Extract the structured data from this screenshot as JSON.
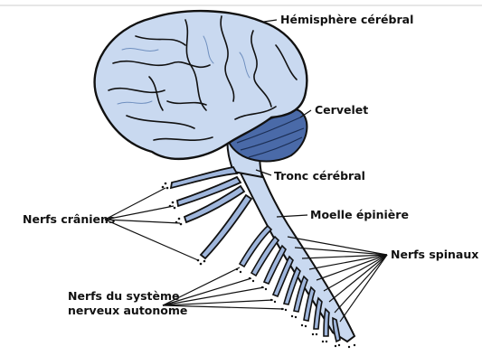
{
  "labels": {
    "cerebral_hemisphere": "Hémisphère cérébral",
    "cerebellum": "Cervelet",
    "brainstem": "Tronc cérébral",
    "spinal_cord": "Moelle épinière",
    "cranial_nerves": "Nerfs crâniens",
    "spinal_nerves": "Nerfs spinaux",
    "autonomic_nerves_line1": "Nerfs du système",
    "autonomic_nerves_line2": "nerveux autonome"
  },
  "colors": {
    "tissue_fill": "#c9d9f0",
    "tissue_shade": "#6f8fbf",
    "nerve_fill": "#9fb6dc",
    "cerebellum_fill": "#4a6aa8",
    "outline": "#111111"
  }
}
